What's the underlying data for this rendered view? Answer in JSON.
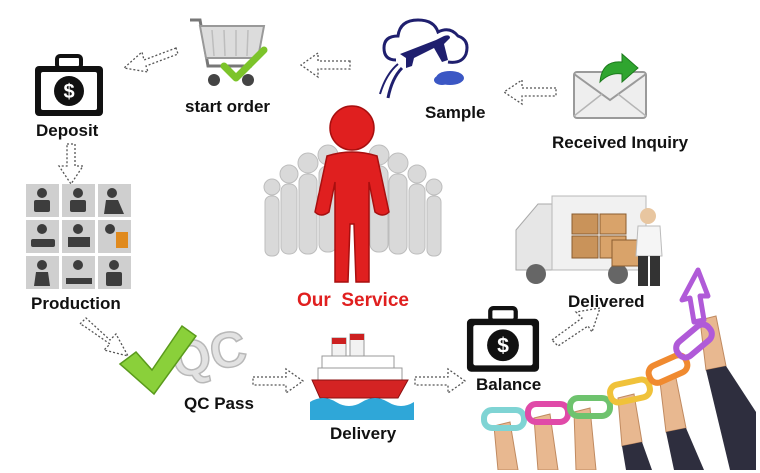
{
  "center": {
    "label": "Our  Service"
  },
  "steps": {
    "received_inquiry": "Received Inquiry",
    "sample": "Sample",
    "start_order": "start order",
    "deposit": "Deposit",
    "production": "Production",
    "qc_pass": "QC Pass",
    "delivery": "Delivery",
    "balance": "Balance",
    "delivered": "Delivered"
  },
  "icons": {
    "deposit": "money-case-icon",
    "balance": "money-case-icon",
    "start_order": "shopping-cart-icon",
    "sample": "airplane-cloud-icon",
    "received_inquiry": "envelope-icon",
    "production": "worker-grid-icon",
    "qc_pass": "qc-check-icon",
    "delivery": "ship-icon",
    "delivered": "delivery-truck-icon"
  },
  "colors": {
    "accent_red": "#e01f1f",
    "check_green": "#7cc42a",
    "ink": "#111111",
    "arrow_outline": "#555555"
  }
}
